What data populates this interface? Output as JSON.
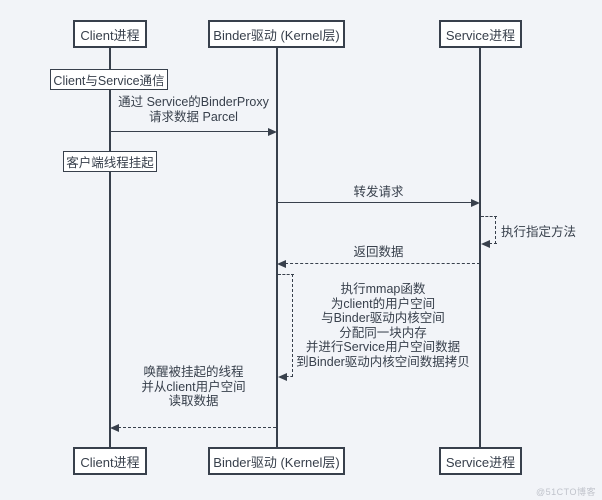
{
  "colors": {
    "background": "#f2f4f8",
    "ink": "#38404c",
    "box_fill": "#ffffff",
    "watermark_gray": "#c0c3cb"
  },
  "diagram_type": "sequence-diagram",
  "actors": {
    "client": {
      "label": "Client进程"
    },
    "binder": {
      "label": "Binder驱动 (Kernel层)"
    },
    "service": {
      "label": "Service进程"
    }
  },
  "notes": {
    "communication": {
      "label": "Client与Service通信"
    },
    "suspend": {
      "label": "客户端线程挂起"
    }
  },
  "messages": {
    "request": {
      "from": "client",
      "to": "binder",
      "style": "solid",
      "lines": [
        "通过 Service的BinderProxy",
        "请求数据 Parcel"
      ]
    },
    "forward": {
      "from": "binder",
      "to": "service",
      "style": "solid",
      "label": "转发请求"
    },
    "execute_self": {
      "on": "service",
      "style": "dashed-self-loop",
      "label": "执行指定方法"
    },
    "return": {
      "from": "service",
      "to": "binder",
      "style": "dashed",
      "label": "返回数据"
    },
    "mmap_self": {
      "on": "binder",
      "style": "dashed-self-loop",
      "lines": [
        "执行mmap函数",
        "为client的用户空间",
        "与Binder驱动内核空间",
        "分配同一块内存",
        "并进行Service用户空间数据",
        "到Binder驱动内核空间数据拷贝"
      ]
    },
    "wakeup": {
      "from": "binder",
      "to": "client",
      "style": "dashed",
      "lines": [
        "唤醒被挂起的线程",
        "并从client用户空间",
        "读取数据"
      ]
    }
  },
  "watermark": {
    "label": "@51CTO博客"
  }
}
